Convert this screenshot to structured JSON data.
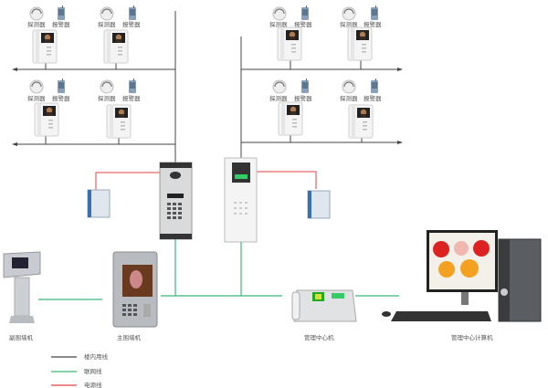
{
  "diagram": {
    "title": "",
    "colors": {
      "internal_line": "#444444",
      "network_line": "#3cb878",
      "power_line": "#e04040"
    },
    "units": {
      "detector_label": "探测器",
      "alarm_label": "报警器"
    },
    "nodes": {
      "secondary_gate": "副围墙机",
      "main_gate": "主围墙机",
      "management_unit": "管理中心机",
      "management_pc": "管理中心计算机"
    },
    "legend": [
      {
        "label": "楼内用线",
        "color_key": "internal_line"
      },
      {
        "label": "联网线",
        "color_key": "network_line"
      },
      {
        "label": "电源线",
        "color_key": "power_line"
      }
    ]
  }
}
